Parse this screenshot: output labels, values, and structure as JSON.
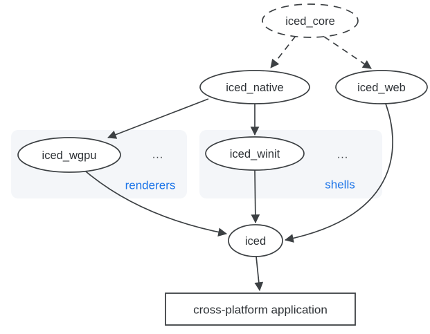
{
  "nodes": {
    "iced_core": {
      "label": "iced_core"
    },
    "iced_native": {
      "label": "iced_native"
    },
    "iced_web": {
      "label": "iced_web"
    },
    "iced_wgpu": {
      "label": "iced_wgpu"
    },
    "iced_winit": {
      "label": "iced_winit"
    },
    "iced": {
      "label": "iced"
    },
    "application": {
      "label": "cross-platform application"
    }
  },
  "groups": {
    "renderers": {
      "label": "renderers",
      "more": "..."
    },
    "shells": {
      "label": "shells",
      "more": "..."
    }
  },
  "colors": {
    "background": "#ffffff",
    "node_stroke": "#3c4043",
    "edge_stroke": "#3c4043",
    "node_text": "#2c3034",
    "group_fill": "#f4f6f9",
    "group_label_text": "#1a73e8"
  }
}
